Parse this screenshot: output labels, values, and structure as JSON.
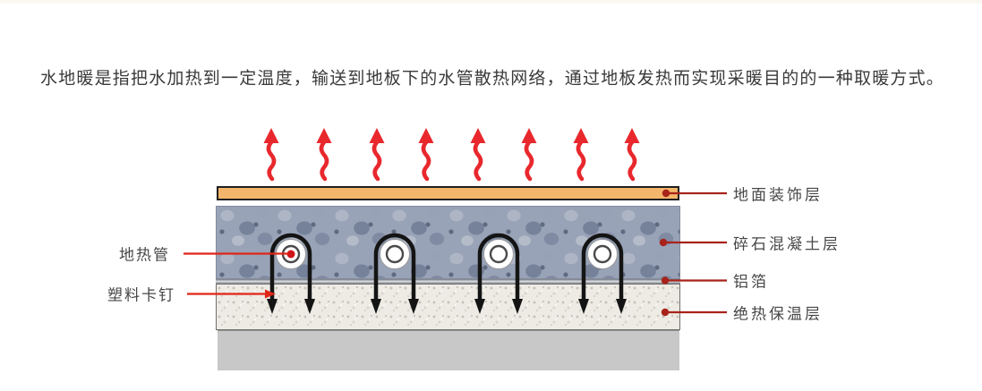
{
  "description": "水地暖是指把水加热到一定温度，输送到地板下的水管散热网络，通过地板发热而实现采暖目的的一种取暖方式。",
  "diagram": {
    "left_labels": [
      {
        "id": "heating-pipe",
        "label": "地热管"
      },
      {
        "id": "plastic-clip",
        "label": "塑料卡钉"
      }
    ],
    "right_labels": [
      {
        "id": "floor-finish",
        "label": "地面装饰层"
      },
      {
        "id": "gravel-concrete",
        "label": "碎石混凝土层"
      },
      {
        "id": "aluminum-foil",
        "label": "铝箔"
      },
      {
        "id": "insulation",
        "label": "绝热保温层"
      }
    ],
    "heat_arrow_count": 8,
    "pipe_count": 4,
    "colors": {
      "finish_layer": "#f3b56b",
      "concrete_layer": "#99a3b7",
      "foil_layer": "#c3c7cc",
      "insulation_layer": "#edebe4",
      "base_slab": "#c8c8c8",
      "heat_arrow_red": "#e8282d",
      "callout_left_red": "#e02617",
      "callout_right_red": "#a8231b",
      "label_text": "#474747"
    }
  }
}
